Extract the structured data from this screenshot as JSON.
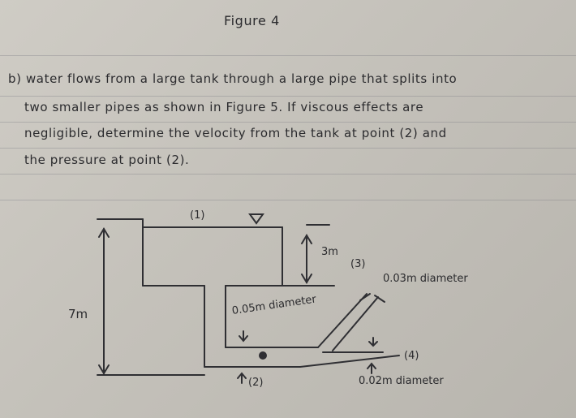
{
  "figure_title": "Figure 4",
  "question": {
    "line1": "b) water flows from a large tank through a large pipe that splits into",
    "line2": "two smaller pipes as shown in Figure 5. If viscous effects are",
    "line3": "negligible, determine the velocity from the tank at point (2) and",
    "line4": "the pressure at point (2)."
  },
  "diagram": {
    "label_1": "(1)",
    "label_height_total": "7m",
    "label_depth": "3m",
    "label_3": "(3)",
    "label_d3": "0.03m diameter",
    "label_main_pipe": "0.05m diameter",
    "label_2": "(2)",
    "label_4": "(4)",
    "label_d4": "0.02m diameter"
  }
}
